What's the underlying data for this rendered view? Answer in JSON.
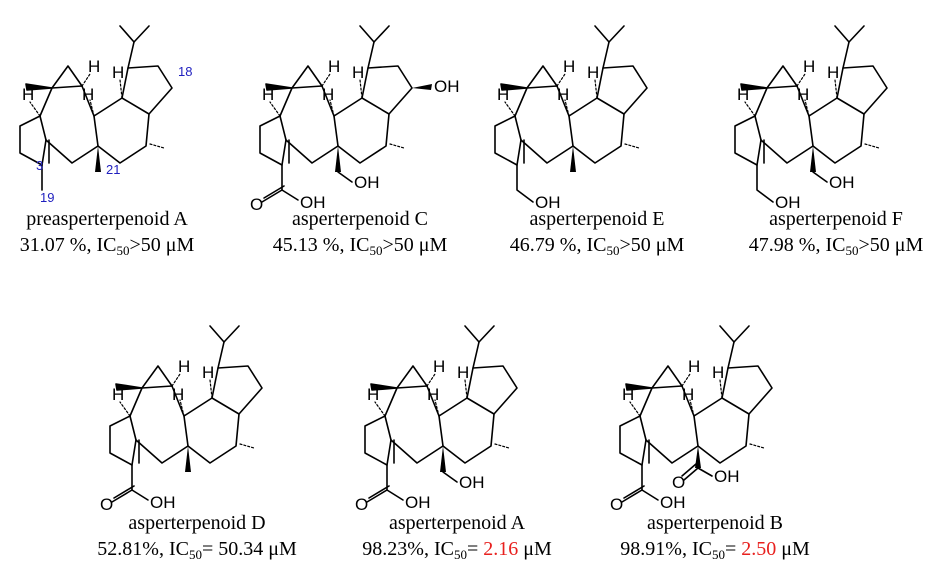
{
  "colors": {
    "bond": "#000000",
    "locant": "#1f1fbf",
    "highlight": "#e8201e"
  },
  "atom_labels": {
    "hydrogen": "H",
    "hydroxyl": "OH",
    "carbonyl_oxygen": "O"
  },
  "locants": {
    "c18": "18",
    "c3": "3",
    "c21": "21",
    "c19": "19"
  },
  "compounds": [
    {
      "id": "preasperterpenoid-a",
      "name": "preasperterpenoid A",
      "inhibition": "31.07 %",
      "ic50_prefix": "IC",
      "ic50_sub": "50",
      "ic50_rel": ">50",
      "ic50_value": "",
      "ic50_unit": "μM"
    },
    {
      "id": "asperterpenoid-c",
      "name": "asperterpenoid C",
      "inhibition": "45.13 %",
      "ic50_prefix": "IC",
      "ic50_sub": "50",
      "ic50_rel": ">50",
      "ic50_value": "",
      "ic50_unit": "μM"
    },
    {
      "id": "asperterpenoid-e",
      "name": "asperterpenoid E",
      "inhibition": "46.79 %",
      "ic50_prefix": "IC",
      "ic50_sub": "50",
      "ic50_rel": ">50",
      "ic50_value": "",
      "ic50_unit": "μM"
    },
    {
      "id": "asperterpenoid-f",
      "name": "asperterpenoid F",
      "inhibition": "47.98 %",
      "ic50_prefix": "IC",
      "ic50_sub": "50",
      "ic50_rel": ">50",
      "ic50_value": "",
      "ic50_unit": "μM"
    },
    {
      "id": "asperterpenoid-d",
      "name": "asperterpenoid D",
      "inhibition": "52.81%",
      "ic50_prefix": "IC",
      "ic50_sub": "50",
      "ic50_rel": "= 50.34",
      "ic50_value": "",
      "ic50_unit": "μM"
    },
    {
      "id": "asperterpenoid-a",
      "name": "asperterpenoid A",
      "inhibition": "98.23%",
      "ic50_prefix": "IC",
      "ic50_sub": "50",
      "ic50_rel": "=",
      "ic50_value": "2.16",
      "ic50_unit": "μM"
    },
    {
      "id": "asperterpenoid-b",
      "name": "asperterpenoid B",
      "inhibition": "98.91%",
      "ic50_prefix": "IC",
      "ic50_sub": "50",
      "ic50_rel": "=",
      "ic50_value": "2.50",
      "ic50_unit": "μM"
    }
  ]
}
